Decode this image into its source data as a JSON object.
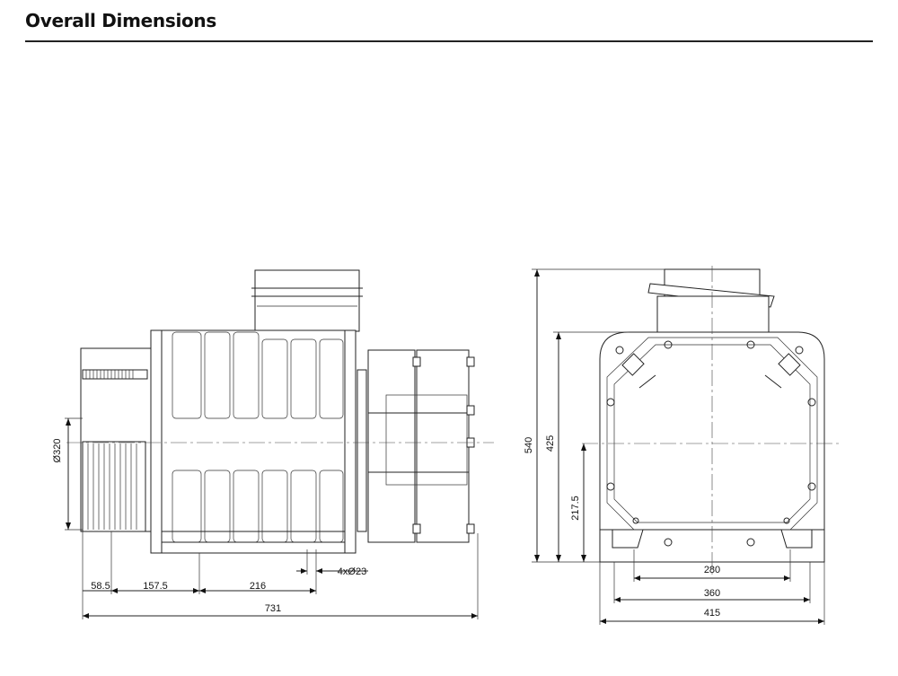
{
  "header": {
    "title": "Overall Dimensions"
  },
  "side_view": {
    "dims": {
      "diameter": "Ø320",
      "d1": "58.5",
      "d2": "157.5",
      "d3": "216",
      "holes": "4xØ23",
      "overall": "731"
    }
  },
  "front_view": {
    "dims": {
      "height_total": "540",
      "height_body": "425",
      "height_center": "217.5",
      "w1": "280",
      "w2": "360",
      "w3": "415"
    }
  }
}
